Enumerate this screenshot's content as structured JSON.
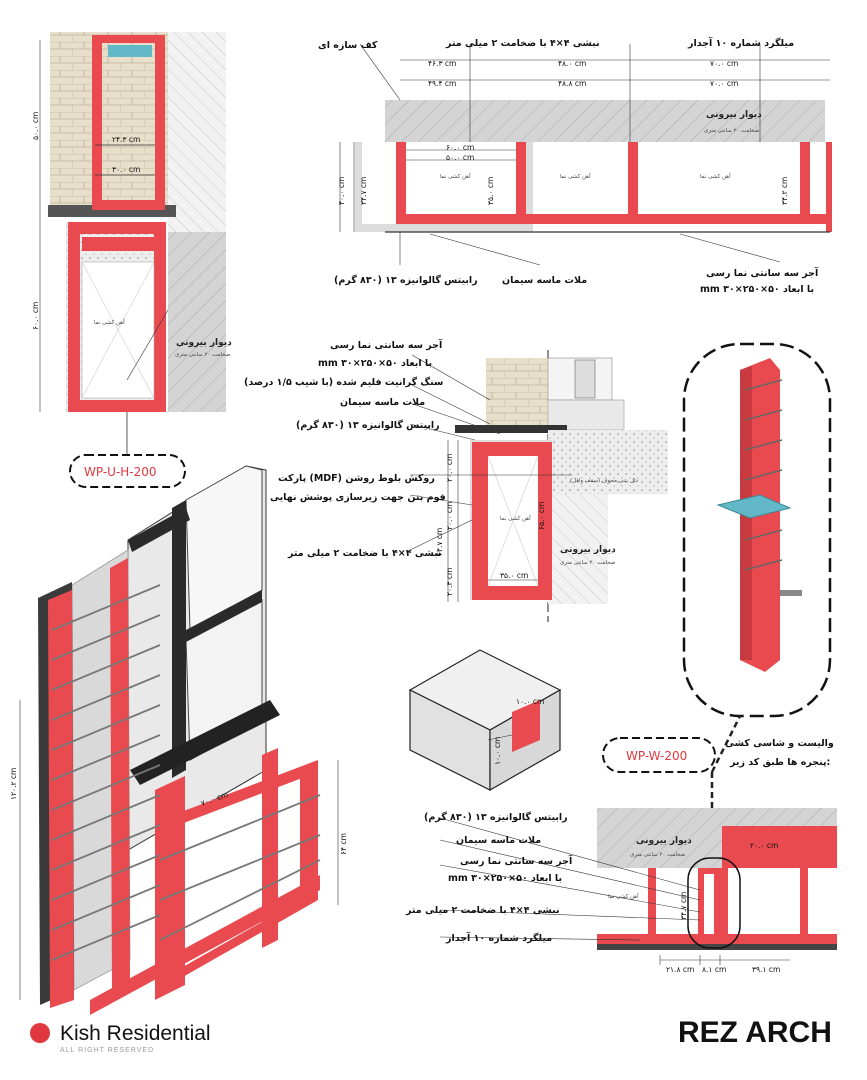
{
  "colors": {
    "steel": "#e84a4f",
    "steel_dark": "#c73a3f",
    "wall": "#d0d0d0",
    "brick": "#e6dcc8",
    "concrete": "#ececec",
    "glass": "#62b8c6",
    "tag": "#e0383f"
  },
  "labels": {
    "top_panel": {
      "kaf": "کف سازه ای",
      "nabshi": "نبشی ۴×۴ با ضخامت ۲ میلی متر",
      "milgard": "میلگرد شماره ۱۰ آجدار",
      "rabitz": "رابیتس گالوانیزه ۱۳ (۸۳۰ گرم)",
      "malat": "ملات ماسه سیمان",
      "ajor1": "آجر سه سانتی نما رسی",
      "ajor2": "mm با ابعاد ۵۰×۲۵۰×۳۰",
      "wall": "دیوار بیرونی",
      "wall_sub": "ضخامت ۲۰ سانتی متری",
      "ahan": "آهن کشی نما"
    },
    "mid_panel": {
      "ajor1": "آجر سه سانتی نما رسی",
      "ajor2": "mm با ابعاد ۵۰×۲۵۰×۳۰",
      "sang": "سنگ گرانیت فلیم شده (با شیب ۱/۵ درصد)",
      "malat": "ملات ماسه سیمان",
      "rabitz": "رابیتس گالوانیزه ۱۳ (۸۳۰ گرم)",
      "parket": "پارکت (MDF) روکش بلوط روشن",
      "foam": "فوم بتن جهت زیرسازی پوشش نهایی",
      "nabshi": "نبشی ۴×۴ با ضخامت ۲ میلی متر",
      "dal": "دال بتنی مجوف (سقف وافل)",
      "wall": "دیوار بیرونی",
      "wall_sub": "ضخامت ۲۰ سانتی متری",
      "ahan": "آهن کشی نما"
    },
    "bottom_panel": {
      "rabitz": "رابیتس گالوانیزه ۱۳ (۸۳۰ گرم)",
      "malat": "ملات ماسه سیمان",
      "ajor1": "آجر سه سانتی نما رسی",
      "ajor2": "mm با ابعاد ۵۰×۲۵۰×۳۰",
      "nabshi": "نبشی ۴×۴ با ضخامت ۲ میلی متر",
      "milgard": "میلگرد شماره ۱۰ آجدار",
      "wall": "دیوار بیرونی",
      "wall_sub": "ضخامت ۲۰ سانتی متری",
      "ahan": "آهن کشی نما"
    },
    "left_panel": {
      "wall": "دیوار بیرونی",
      "wall_sub": "ضخامت ۲۰ سانتی متری",
      "ahan": "آهن کشی نما"
    },
    "wallist": "والیست و شاسی کشی",
    "wallist2": "پنجره ها طبق کد زیر:"
  },
  "dims": {
    "top_46": "۴۶.۳ cm",
    "top_48": "۴۸.۰ cm",
    "top_70a": "۷۰.۰ cm",
    "top_49": "۴۹.۴ cm",
    "top_48b": "۴۸.۸ cm",
    "top_70b": "۷۰.۰ cm",
    "top_60": "۶۰.۰ cm",
    "top_50": "۵۰.۰ cm",
    "top_v40": "۴۰.۰ cm",
    "top_v34": "۳۴.۷ cm",
    "top_v35": "۳۵.۰ cm",
    "top_v34b": "۳۴.۲ cm",
    "left_50": "۵۰.۰ cm",
    "left_24": "۲۴.۳ cm",
    "left_30": "۳۰.۰ cm",
    "left_60": "۶۰.۰ cm",
    "mid_20a": "۲۰.۰ cm",
    "mid_20b": "۲۰.۰ cm",
    "mid_64": "۶۴.۷ cm",
    "mid_20c": "۲۰.۳ cm",
    "mid_65": "۶۵.۰ cm",
    "mid_35": "۳۵.۰ cm",
    "iso_120": "۱۲۰.۲ cm",
    "iso_70": "۷۰.۰ cm",
    "iso_64": "۶۴ cm",
    "box_10a": "۱۰.۰ cm",
    "box_10b": "۱۰.۰ cm",
    "bot_20": "۲۰.۰ cm",
    "bot_34": "۳۴.۷ cm",
    "bot_21": "۲۱.۸ cm",
    "bot_8": "۸.۱ cm",
    "bot_39": "۳۹.۱ cm"
  },
  "tags": {
    "left": "WP-U-H-200",
    "right": "WP-W-200"
  },
  "brand": {
    "name": "Kish Residential",
    "sub": "ALL RIGHT RESERVED",
    "logo": "REZ ARCH"
  }
}
